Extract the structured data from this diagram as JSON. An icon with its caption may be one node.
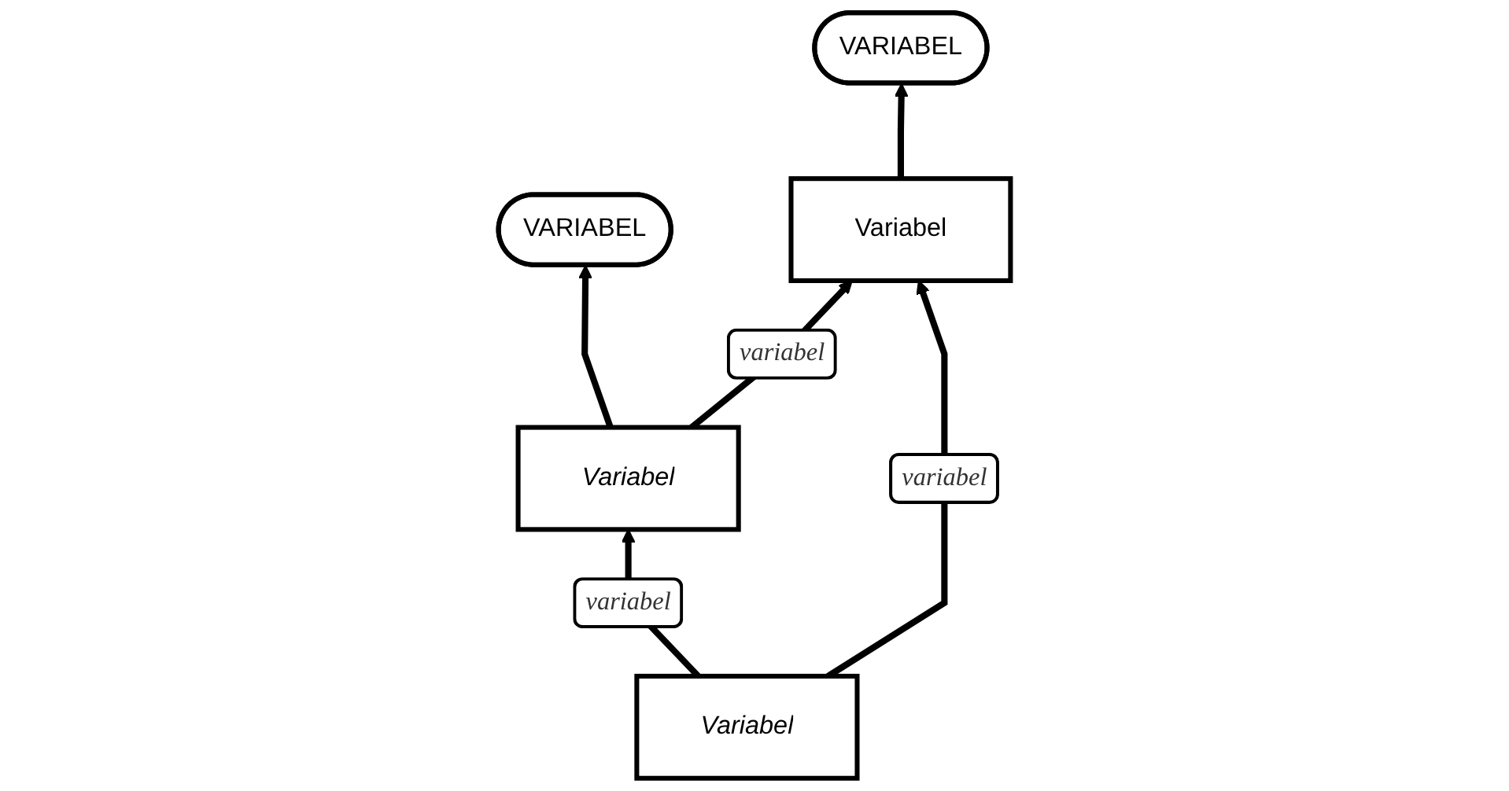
{
  "diagram": {
    "nodes": [
      {
        "text": [
          "VARIABEL"
        ]
      },
      {
        "text": [
          "Variabel"
        ]
      },
      {
        "text": [
          "VARIABEL"
        ]
      },
      {
        "text": [
          "Variabel"
        ]
      },
      {
        "text": [
          "Variabel"
        ]
      }
    ],
    "edges": [
      {
        "from": 3,
        "to": 1,
        "arrow": "to",
        "label": "variabel"
      },
      {
        "from": 1,
        "to": 0,
        "arrow": "to"
      },
      {
        "from": 1,
        "to": 4,
        "arrow": "to",
        "label": "variabel"
      },
      {
        "from": 4,
        "to": 2,
        "arrow": "to"
      },
      {
        "from": 3,
        "to": 4,
        "arrow": "to",
        "label": "variabel"
      }
    ]
  }
}
